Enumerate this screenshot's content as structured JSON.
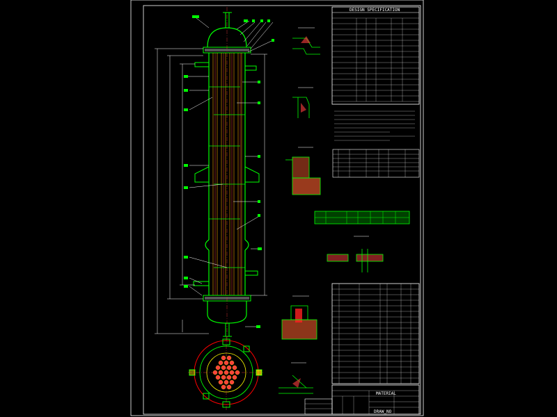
{
  "drawing": {
    "background": "#000000",
    "line_color": "#ffffff",
    "shell_color": "#00ff00",
    "tube_color": "#ff4040",
    "tube_line_color": "#ffa000",
    "baffle_color": "#ff6060",
    "dim_color": "#ffffff",
    "accent_cyan": "#00ffff",
    "accent_yellow": "#ffff00",
    "accent_red": "#ff0000"
  },
  "spec_table": {
    "title": "DESIGN SPECIFICATION"
  },
  "title_block": {
    "material": "MATERIAL",
    "drawing_no": "DRAW_NO"
  }
}
